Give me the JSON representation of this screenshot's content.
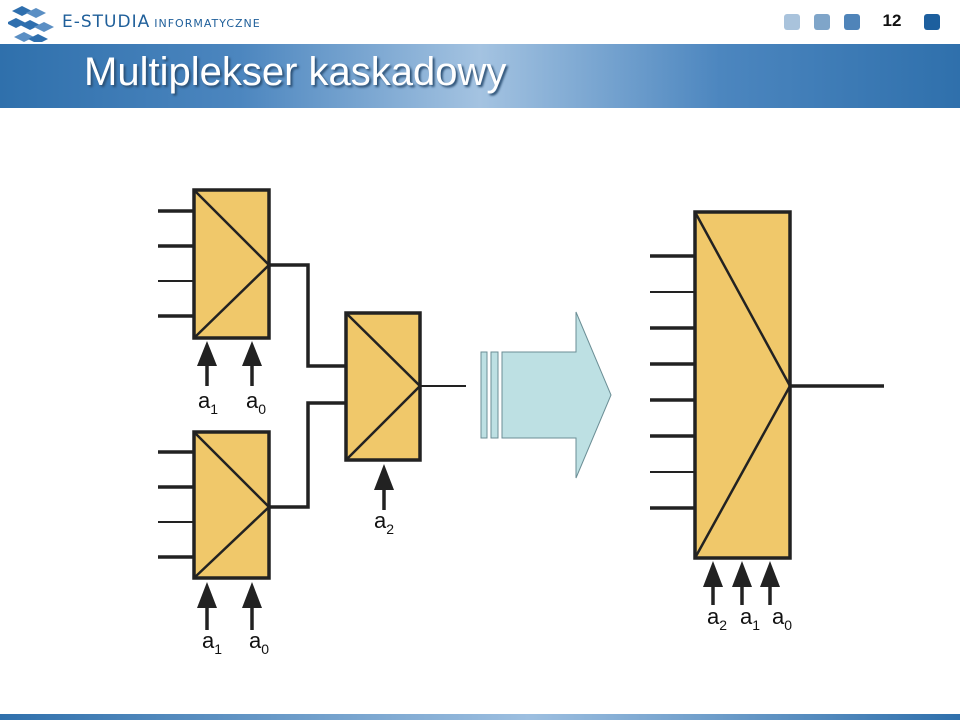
{
  "header": {
    "brand_main": "E-STUDIA",
    "brand_sub": "INFORMATYCZNE",
    "page_number": "12"
  },
  "slide": {
    "title": "Multiplekser kaskadowy"
  },
  "diagram": {
    "select_letter": "a",
    "mux_top_labels": [
      "1",
      "0"
    ],
    "mux_bottom_labels": [
      "1",
      "0"
    ],
    "mux_final_labels": [
      "2"
    ],
    "mux_big_labels": [
      "2",
      "1",
      "0"
    ]
  },
  "colors": {
    "mux_fill": "#f0c86a",
    "arrow_fill": "#bde0e3",
    "title_bar": "#2f70ac"
  }
}
